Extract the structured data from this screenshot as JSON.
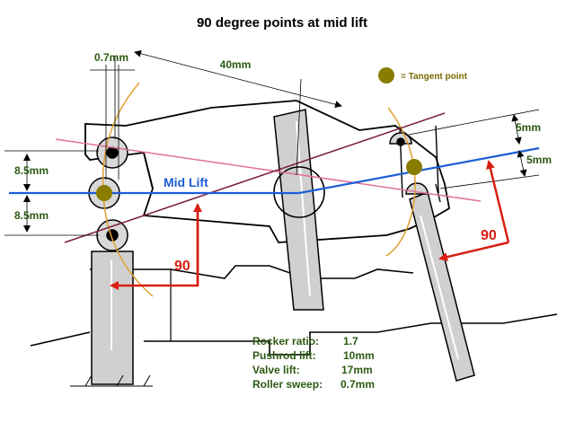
{
  "title": "90 degree points at mid lift",
  "labels": {
    "sweep_top": "0.7mm",
    "arm_length": "40mm",
    "upper_offset": "8.5mm",
    "lower_offset": "8.5mm",
    "mid_lift": "Mid Lift",
    "valve_upper": "5mm",
    "valve_lower": "5mm",
    "angle_left": "90",
    "angle_right": "90"
  },
  "legend": {
    "text": "= Tangent point",
    "color": "#8a7c00"
  },
  "specs": [
    {
      "label": "Rocker ratio:",
      "value": "1.7"
    },
    {
      "label": "Pushrod lift:",
      "value": "10mm"
    },
    {
      "label": "Valve lift:",
      "value": "17mm"
    },
    {
      "label": "Roller sweep:",
      "value": "0.7mm"
    }
  ],
  "colors": {
    "mid_line": "#1c5ed6",
    "pink_line": "#e0709a",
    "maroon_line": "#7a1f3a",
    "orange_arc": "#e0a030",
    "arrow": "#d81e10",
    "text_green": "#2c5a12",
    "tangent": "#8a7c00"
  }
}
